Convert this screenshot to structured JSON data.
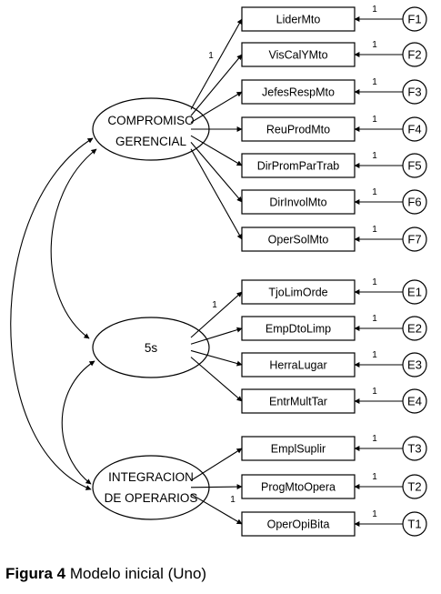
{
  "latents": [
    {
      "lines": [
        "COMPROMISO",
        "GERENCIAL"
      ]
    },
    {
      "lines": [
        "5s"
      ]
    },
    {
      "lines": [
        "INTEGRACION",
        "DE OPERARIOS"
      ]
    }
  ],
  "groups": [
    {
      "first_loading": "1",
      "items": [
        {
          "label": "LiderMto",
          "error": "F1",
          "weight": "1"
        },
        {
          "label": "VisCalYMto",
          "error": "F2",
          "weight": "1"
        },
        {
          "label": "JefesRespMto",
          "error": "F3",
          "weight": "1"
        },
        {
          "label": "ReuProdMto",
          "error": "F4",
          "weight": "1"
        },
        {
          "label": "DirPromParTrab",
          "error": "F5",
          "weight": "1"
        },
        {
          "label": "DirInvolMto",
          "error": "F6",
          "weight": "1"
        },
        {
          "label": "OperSolMto",
          "error": "F7",
          "weight": "1"
        }
      ]
    },
    {
      "first_loading": "1",
      "items": [
        {
          "label": "TjoLimOrde",
          "error": "E1",
          "weight": "1"
        },
        {
          "label": "EmpDtoLimp",
          "error": "E2",
          "weight": "1"
        },
        {
          "label": "HerraLugar",
          "error": "E3",
          "weight": "1"
        },
        {
          "label": "EntrMultTar",
          "error": "E4",
          "weight": "1"
        }
      ]
    },
    {
      "last_loading": "1",
      "items": [
        {
          "label": "EmplSuplir",
          "error": "T3",
          "weight": "1"
        },
        {
          "label": "ProgMtoOpera",
          "error": "T2",
          "weight": "1"
        },
        {
          "label": "OperOpiBita",
          "error": "T1",
          "weight": "1"
        }
      ]
    }
  ],
  "caption": {
    "figure": "Figura 4",
    "text": " Modelo inicial (Uno)"
  }
}
